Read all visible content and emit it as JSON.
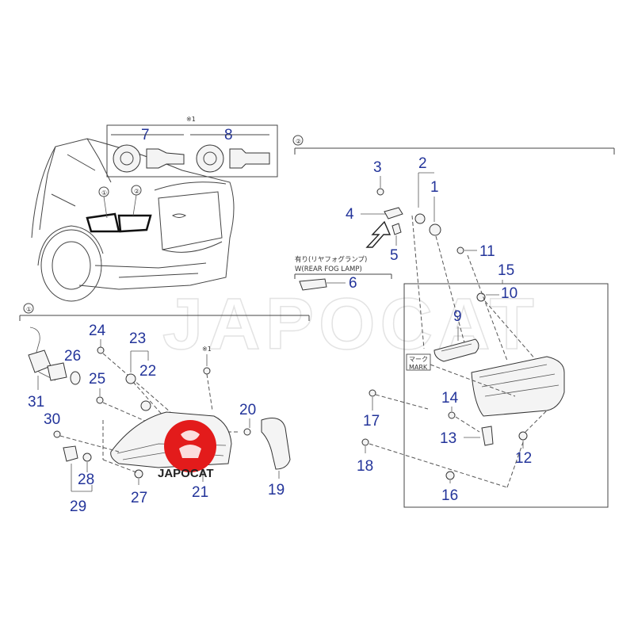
{
  "watermark": "JAPOCAT",
  "logo": {
    "text": "JAPOCAT",
    "color": "#e31b1b"
  },
  "group_marks": {
    "one": "①",
    "two": "②"
  },
  "note_mark": "※1",
  "annotations": {
    "fog_lamp_jp": "有り(リヤフォグランプ)",
    "fog_lamp_en": "W(REAR FOG LAMP)",
    "mark_jp": "マーク",
    "mark_en": "MARK"
  },
  "parts": {
    "p1": "1",
    "p2": "2",
    "p3": "3",
    "p4": "4",
    "p5": "5",
    "p6": "6",
    "p7": "7",
    "p8": "8",
    "p9": "9",
    "p10": "10",
    "p11": "11",
    "p12": "12",
    "p13": "13",
    "p14": "14",
    "p15": "15",
    "p16": "16",
    "p17": "17",
    "p18": "18",
    "p19": "19",
    "p20": "20",
    "p21": "21",
    "p22": "22",
    "p23": "23",
    "p24": "24",
    "p25": "25",
    "p26": "26",
    "p27": "27",
    "p28": "28",
    "p29": "29",
    "p30": "30",
    "p31": "31"
  }
}
